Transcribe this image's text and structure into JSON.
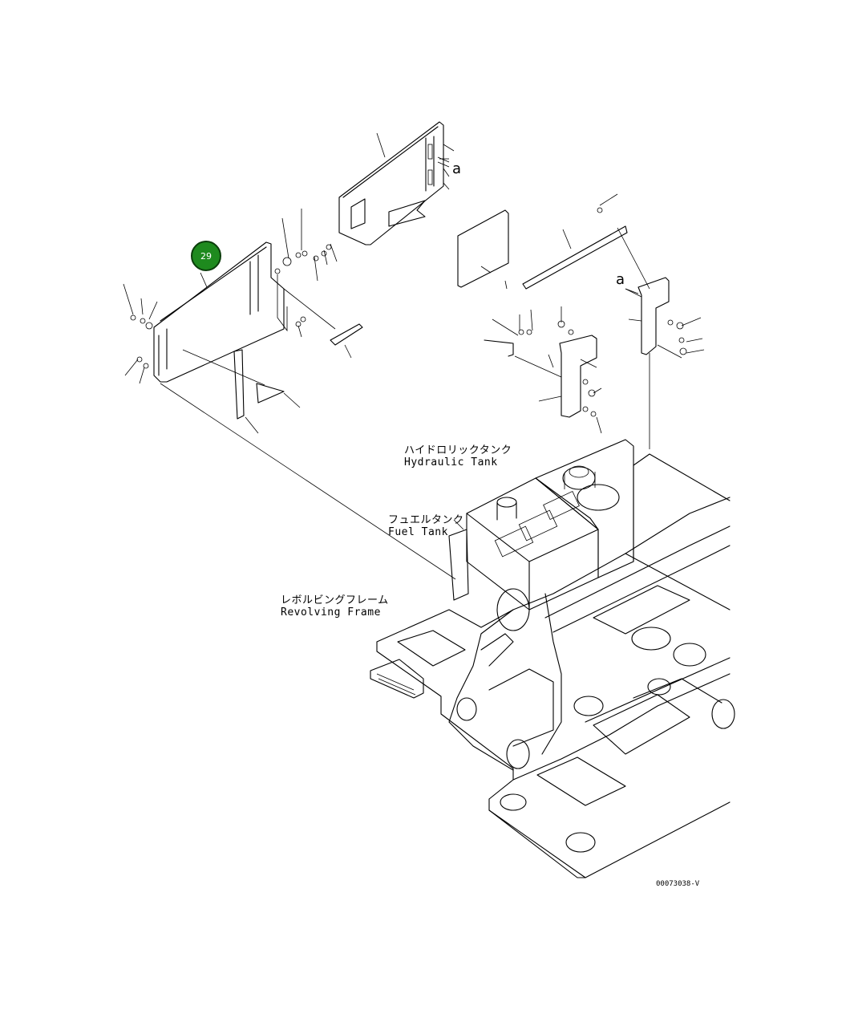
{
  "callout": {
    "number": "29",
    "color": "#1e8a1e"
  },
  "labels": {
    "hydraulic_tank_jp": "ハイドロリックタンク",
    "hydraulic_tank_en": "Hydraulic Tank",
    "fuel_tank_jp": "フュエルタンク",
    "fuel_tank_en": "Fuel Tank",
    "revolving_frame_jp": "レボルビングフレーム",
    "revolving_frame_en": "Revolving Frame",
    "ref_mark_1": "a",
    "ref_mark_2": "a"
  },
  "drawing_number": "00073038-V"
}
